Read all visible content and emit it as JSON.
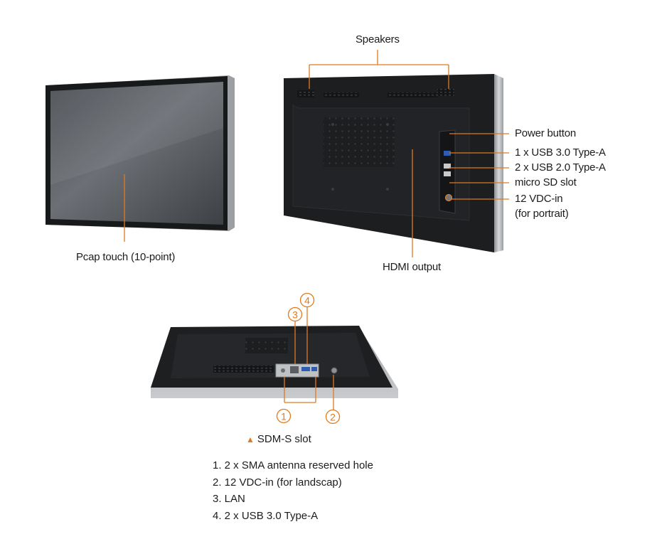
{
  "labels": {
    "speakers": "Speakers",
    "pcap_touch": "Pcap touch (10-point)",
    "hdmi_output": "HDMI output",
    "power_button": "Power button",
    "usb30": "1 x USB 3.0 Type-A",
    "usb20": "2 x USB 2.0 Type-A",
    "micro_sd": "micro SD slot",
    "vdc_in": "12 VDC-in",
    "for_portrait": "(for portrait)"
  },
  "callouts": {
    "n1": "1",
    "n2": "2",
    "n3": "3",
    "n4": "4"
  },
  "sdm_caption": "SDM-S slot",
  "legend": [
    "1. 2 x SMA antenna reserved hole",
    "2. 12 VDC-in (for landscap)",
    "3. LAN",
    "4. 2 x USB 3.0 Type-A"
  ],
  "colors": {
    "accent": "#e07a1f",
    "text": "#1c1c1c",
    "device_body": "#1d1e20",
    "bezel_silver": "#b9bcbf"
  }
}
